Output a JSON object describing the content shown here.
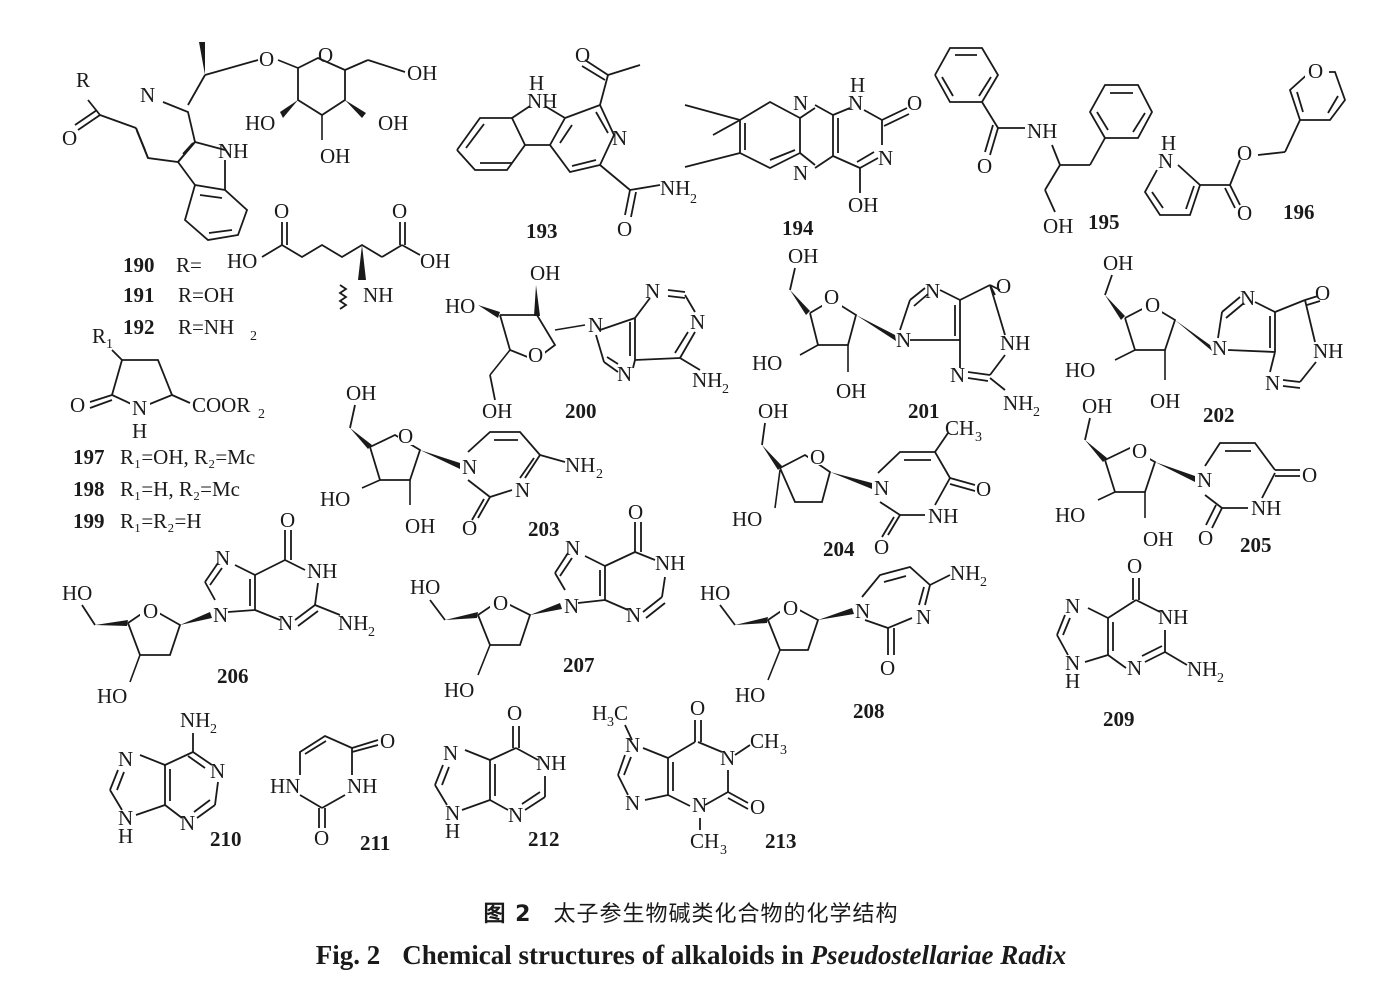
{
  "figure": {
    "compounds": [
      {
        "id": "190",
        "label": "190",
        "r_def": "R=",
        "r_group": "glutamic acid residue (HO / OH / NH)"
      },
      {
        "id": "191",
        "label": "191",
        "r_def": "R=OH"
      },
      {
        "id": "192",
        "label": "192",
        "r_def": "R=NH₂"
      },
      {
        "id": "193",
        "label": "193"
      },
      {
        "id": "194",
        "label": "194"
      },
      {
        "id": "195",
        "label": "195"
      },
      {
        "id": "196",
        "label": "196"
      },
      {
        "id": "197",
        "label": "197",
        "r_def": "R₁=OH, R₂=Me"
      },
      {
        "id": "198",
        "label": "198",
        "r_def": "R₁=H, R₂=Me"
      },
      {
        "id": "199",
        "label": "199",
        "r_def": "R₁=R₂=H"
      },
      {
        "id": "200",
        "label": "200"
      },
      {
        "id": "201",
        "label": "201"
      },
      {
        "id": "202",
        "label": "202"
      },
      {
        "id": "203",
        "label": "203"
      },
      {
        "id": "204",
        "label": "204"
      },
      {
        "id": "205",
        "label": "205"
      },
      {
        "id": "206",
        "label": "206"
      },
      {
        "id": "207",
        "label": "207"
      },
      {
        "id": "208",
        "label": "208"
      },
      {
        "id": "209",
        "label": "209"
      },
      {
        "id": "210",
        "label": "210"
      },
      {
        "id": "211",
        "label": "211"
      },
      {
        "id": "212",
        "label": "212"
      },
      {
        "id": "213",
        "label": "213"
      }
    ],
    "atoms": {
      "O": "O",
      "N": "N",
      "NH": "NH",
      "H": "H",
      "OH": "OH",
      "HO": "HO",
      "NH2": "NH",
      "sub2": "2",
      "sub3": "3",
      "sub1": "1",
      "R": "R",
      "CH3": "CH",
      "H3C": "H",
      "C": "C",
      "COOR": "COOR",
      "HN": "HN"
    },
    "r_defs": {
      "r190": "R=",
      "r191": "R=OH",
      "r192": "R=NH",
      "r197": "R₁=OH, R₂=Mc",
      "r198": "R₁=H, R₂=Mc",
      "r199": "R₁=R₂=H"
    }
  },
  "caption": {
    "cn_num": "图 2",
    "cn_text": "太子参生物碱类化合物的化学结构",
    "en_num": "Fig. 2",
    "en_text": "Chemical structures of alkaloids in ",
    "en_italic": "Pseudostellariae Radix"
  }
}
